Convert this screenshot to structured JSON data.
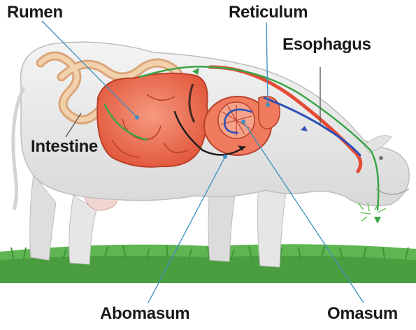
{
  "labels": {
    "rumen": "Rumen",
    "reticulum": "Reticulum",
    "esophagus": "Esophagus",
    "intestine": "Intestine",
    "abomasum": "Abomasum",
    "omasum": "Omasum"
  },
  "colors": {
    "body": "#ececec",
    "body_outline": "#bdbdbd",
    "grass": "#55b04a",
    "rumen": "#ef6a4f",
    "rumen_dark": "#c9472f",
    "intestine": "#ecc59a",
    "blue_path": "#2c50b8",
    "green_path": "#3aa548",
    "leader_line": "#3a8fc0"
  }
}
